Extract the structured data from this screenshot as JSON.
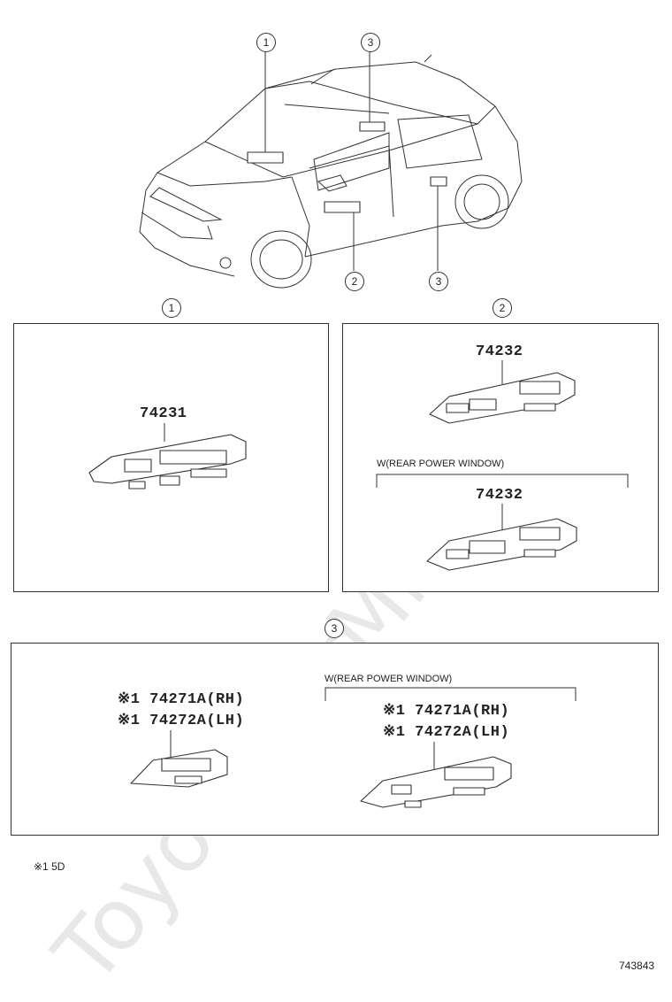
{
  "watermark": "ToyotaCarMine.ru",
  "callouts": {
    "top_1": "1",
    "top_3": "3",
    "car_2": "2",
    "car_3": "3",
    "panel_1": "1",
    "panel_2": "2",
    "panel_3": "3"
  },
  "panel1": {
    "part": "74231"
  },
  "panel2": {
    "part_std": "74232",
    "rear_window_note": "W(REAR POWER WINDOW)",
    "part_rear": "74232"
  },
  "panel3": {
    "left_line1": "※1 74271A(RH)",
    "left_line2": "※1 74272A(LH)",
    "rear_window_note": "W(REAR POWER WINDOW)",
    "right_line1": "※1 74271A(RH)",
    "right_line2": "※1 74272A(LH)"
  },
  "footnote": "※1 5D",
  "diagram_id": "743843"
}
